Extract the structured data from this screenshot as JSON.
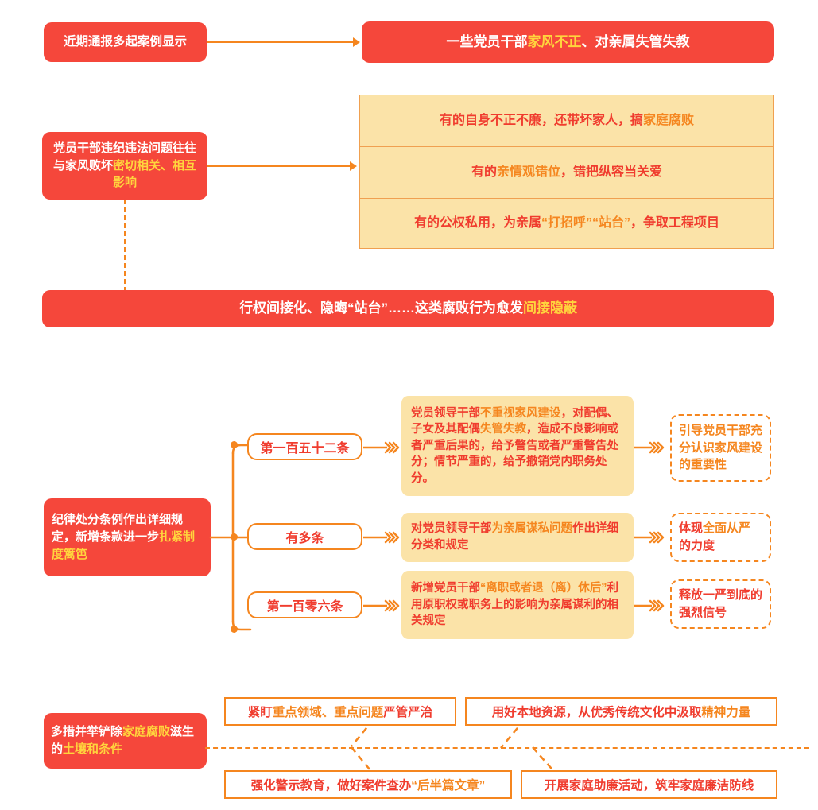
{
  "theme": {
    "red": "#F5473B",
    "yellow_fill": "#FBE3A8",
    "orange": "#F5861F",
    "red_text": "#F03C2E",
    "yellow_text": "#FFD53D",
    "white": "#FFFFFF"
  },
  "section1": {
    "source_label": "近期通报多起案例显示",
    "headline": {
      "part1": "一些党员干部",
      "accent": "家风不正",
      "part2": "、对亲属失管失教"
    }
  },
  "section2": {
    "left_box": {
      "part1": "党员干部违纪违法问题往往与家风败坏",
      "accent": "密切相关、相互影响"
    },
    "rows": [
      {
        "a": "有的自身不正不廉，还带坏家人，搞",
        "b": "家庭腐败",
        "c": ""
      },
      {
        "a": "有的",
        "b": "亲情观错位",
        "c": "，错把纵容当关爱"
      },
      {
        "a": "有的公权私用，为亲属",
        "b": "“打招呼”“站台”",
        "c": "，争取工程项目"
      }
    ]
  },
  "section3": {
    "banner": {
      "part1": "行权间接化、隐晦“站台”……这类腐败行为愈发",
      "accent": "间接隐蔽"
    }
  },
  "section4": {
    "left_box": {
      "part1": "纪律处分条例作出详细规定，新增条款进一步",
      "accent": "扎紧制度篱笆"
    },
    "branches": [
      {
        "pill": "第一百五十二条",
        "detail": {
          "a": "党员领导干部",
          "b": "不重视家风建设",
          "c": "，对配偶、子女及其配偶",
          "d": "失管失教",
          "e": "，造成不良影响或者严重后果的，给予警告或者严重警告处分；情节严重的，给予撤销党内职务处分。"
        },
        "outcome": {
          "a": "引导党员干部充分认识家风建设的重要性",
          "b": ""
        }
      },
      {
        "pill": "有多条",
        "detail": {
          "a": "对党员领导干部",
          "b": "为亲属谋私问题",
          "c": "作出详细分类和规定",
          "d": "",
          "e": ""
        },
        "outcome": {
          "a": "体现",
          "b": "全面从严",
          "c": "的力度"
        }
      },
      {
        "pill": "第一百零六条",
        "detail": {
          "a": "新增党员干部",
          "b": "“离职或者退（离）休后”",
          "c": "利用原职权或职务上的影响为亲属谋利的相关规定",
          "d": "",
          "e": ""
        },
        "outcome": {
          "a": "释放一严到底的强烈信号",
          "b": ""
        }
      }
    ]
  },
  "section5": {
    "left_box": {
      "p1": "多措并举铲除",
      "a1": "家庭腐败",
      "p2": "滋生的",
      "a2": "土壤和条件"
    },
    "measures": [
      {
        "a": "紧盯",
        "b": "重点领域、重点问题",
        "c": "严管严治"
      },
      {
        "a": "用好本地资源，从优秀传统文化中汲取",
        "b": "精神力量",
        "c": ""
      },
      {
        "a": "强化警示教育，做好案件查办",
        "b": "“后半篇文章”",
        "c": ""
      },
      {
        "a": "开展家庭助廉活动，筑牢家庭廉洁防线",
        "b": "",
        "c": ""
      }
    ]
  }
}
